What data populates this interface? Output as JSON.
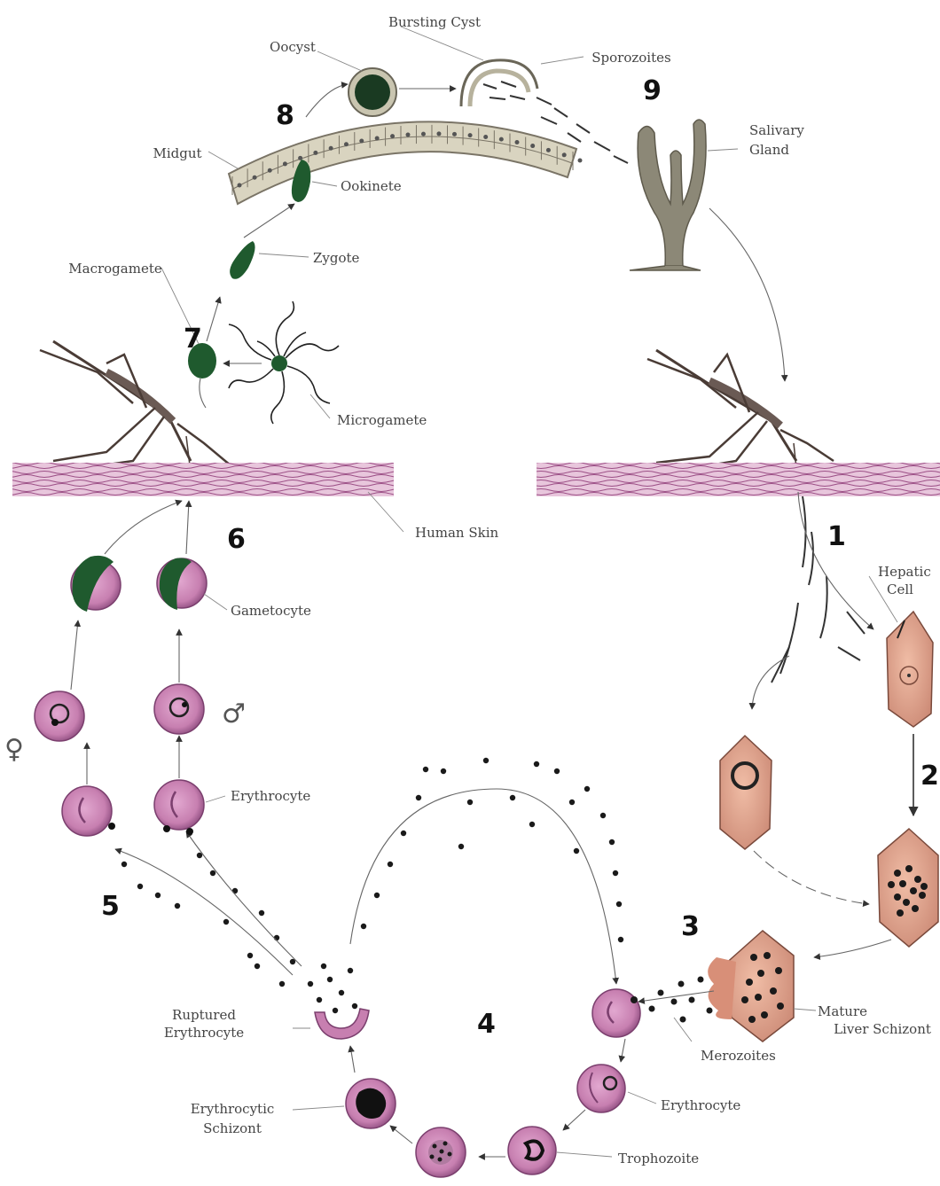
{
  "labels": {
    "bursting_cyst": "Bursting Cyst",
    "oocyst": "Oocyst",
    "sporozoites": "Sporozoites",
    "midgut": "Midgut",
    "ookinete": "Ookinete",
    "salivary_gland_1": "Salivary",
    "salivary_gland_2": "Gland",
    "zygote": "Zygote",
    "macrogamete": "Macrogamete",
    "microgamete": "Microgamete",
    "human_skin": "Human Skin",
    "hepatic_cell_1": "Hepatic",
    "hepatic_cell_2": "Cell",
    "gametocyte": "Gametocyte",
    "erythrocyte_upper": "Erythrocyte",
    "ruptured_erythrocyte_1": "Ruptured",
    "ruptured_erythrocyte_2": "Erythrocyte",
    "mature_liver_schizont_1": "Mature",
    "mature_liver_schizont_2": "Liver Schizont",
    "merozoites": "Merozoites",
    "erythrocyte_lower": "Erythrocyte",
    "erythrocytic_schizont_1": "Erythrocytic",
    "erythrocytic_schizont_2": "Schizont",
    "trophozoite": "Trophozoite",
    "female_symbol": "♀",
    "male_symbol": "♂"
  },
  "steps": [
    "1",
    "2",
    "3",
    "4",
    "5",
    "6",
    "7",
    "8",
    "9"
  ],
  "colors": {
    "parasite_green": "#1f5a2e",
    "erythrocyte_pink": "#c77fb0",
    "erythrocyte_rim": "#7b3f6e",
    "hepatic_salmon": "#e0a088",
    "skin": "#c792b4",
    "mosquito": "#5a4a44",
    "gland": "#8c8877",
    "midgut": "#d9d4c0"
  }
}
